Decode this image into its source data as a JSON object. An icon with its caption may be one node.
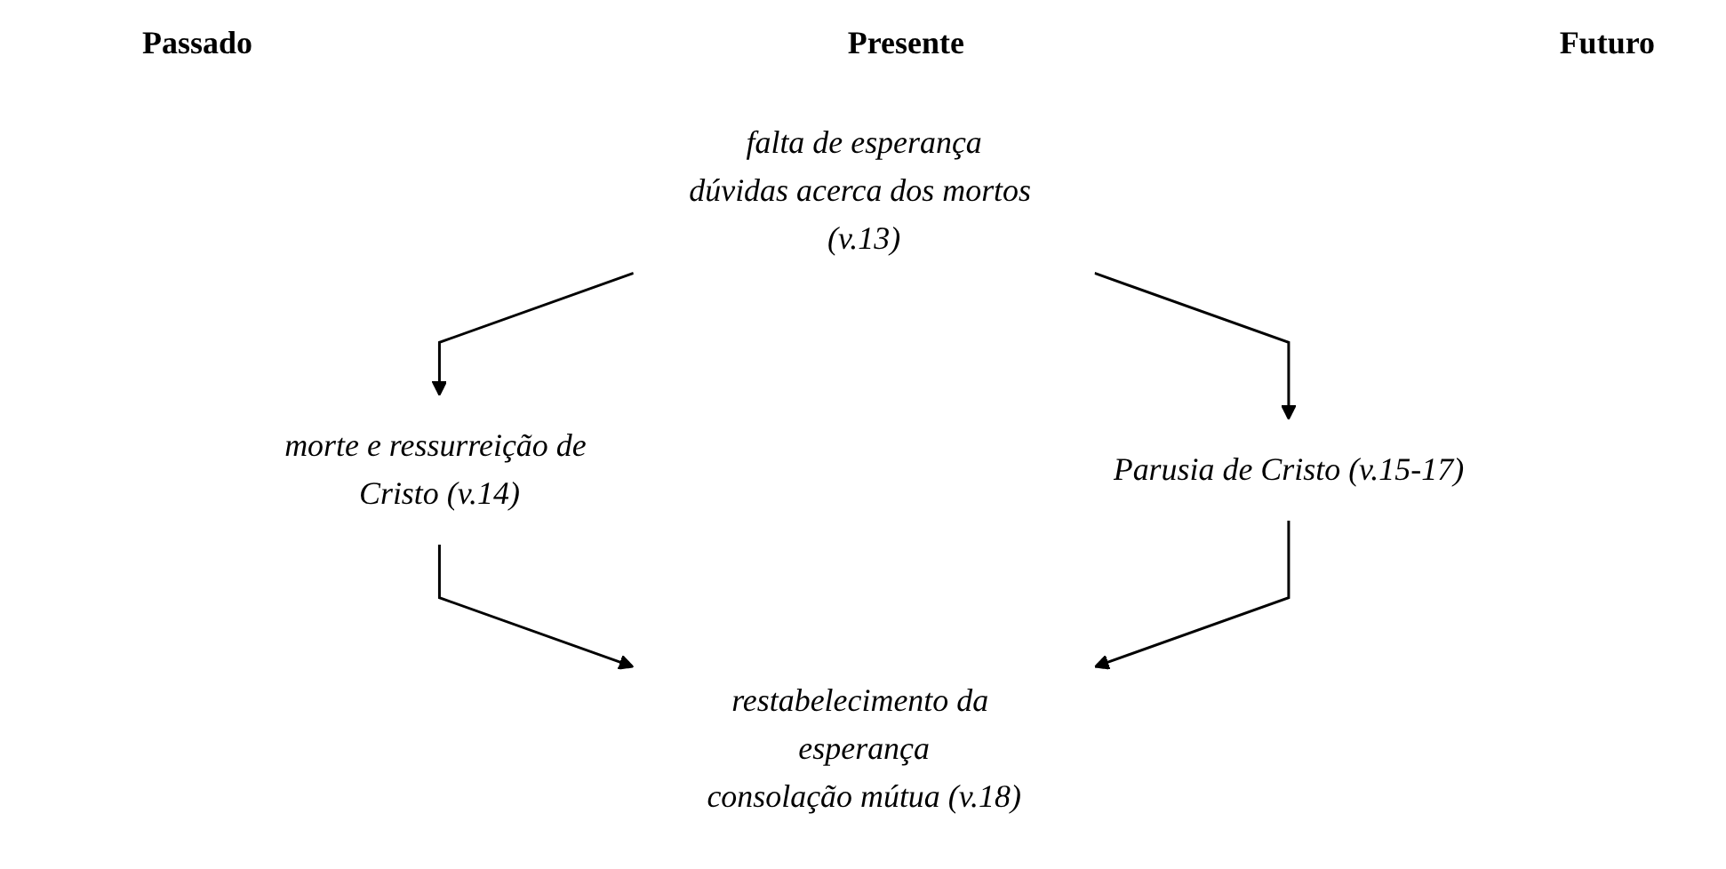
{
  "diagram": {
    "nodes": [
      {
        "text": [
          "falta de esperança",
          "dúvidas acerca dos mortos (v.13)"
        ]
      },
      {
        "text": [
          "morte e ressurreição de Cristo (v.14)"
        ]
      },
      {
        "text": [
          "Parusia de Cristo (v.15-17)"
        ]
      },
      {
        "text": [
          "restabelecimento da esperança",
          "consolação mútua (v.18)"
        ]
      }
    ],
    "edges": [
      {
        "from": 0,
        "to": 1,
        "arrow": "to"
      },
      {
        "from": 0,
        "to": 2,
        "arrow": "to"
      },
      {
        "from": 1,
        "to": 3,
        "arrow": "to"
      },
      {
        "from": 2,
        "to": 3,
        "arrow": "to"
      }
    ],
    "labels": [
      "Passado",
      "Presente",
      "Futuro"
    ]
  }
}
